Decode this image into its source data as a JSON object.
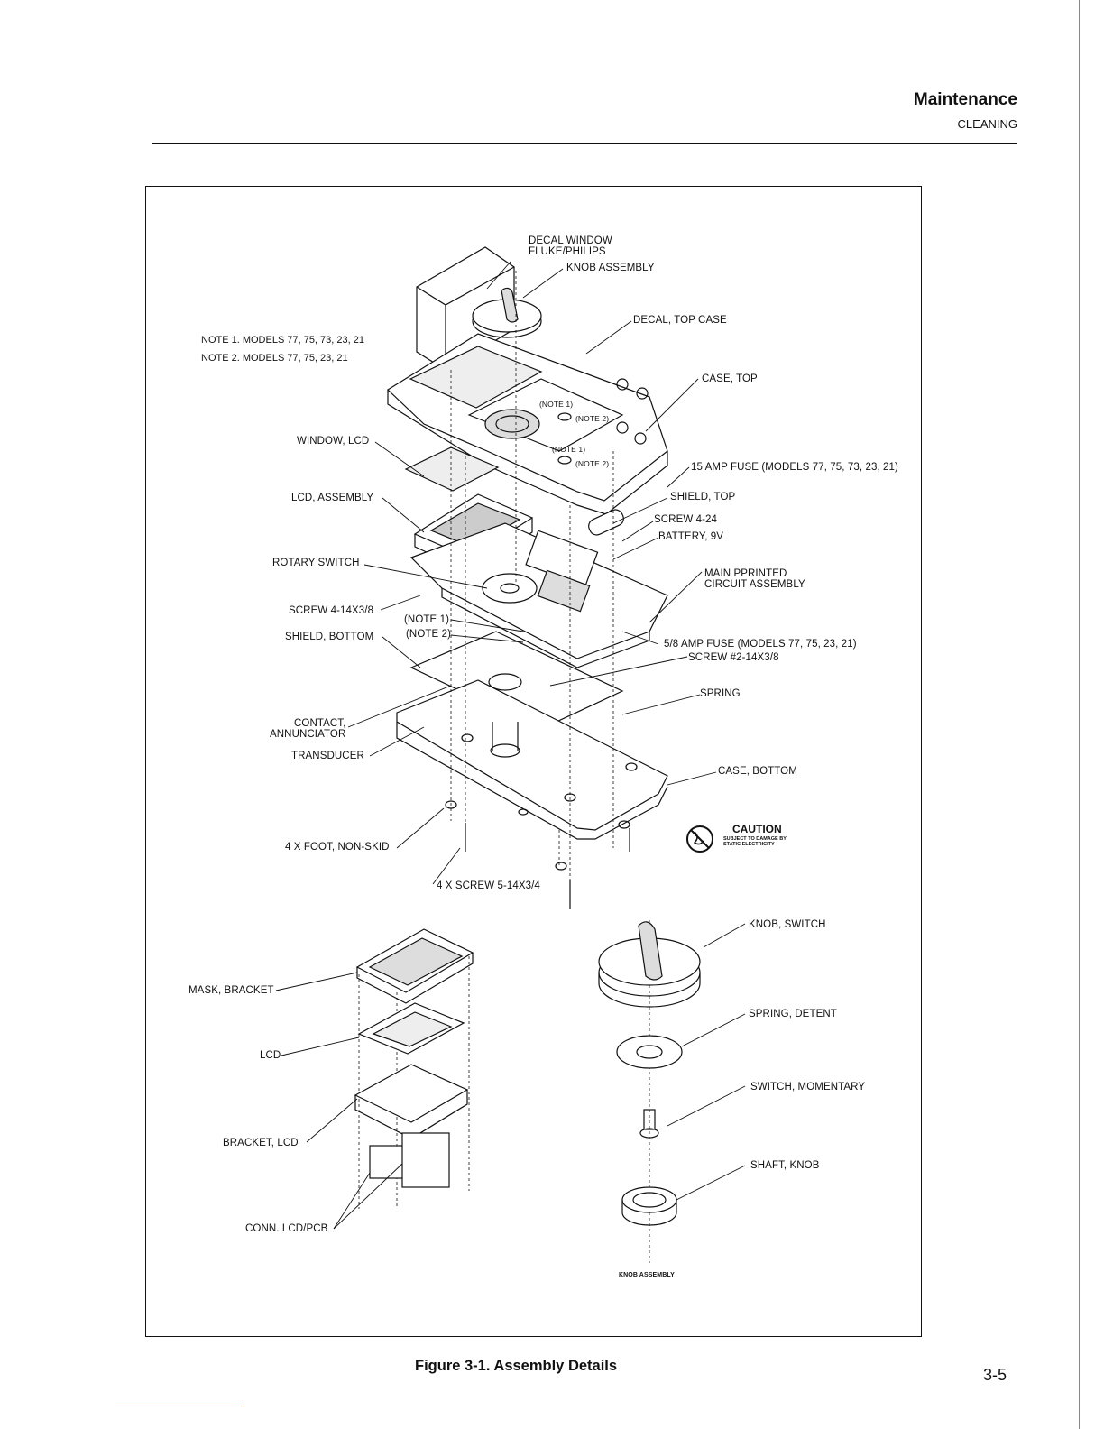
{
  "header": {
    "title": "Maintenance",
    "subtitle": "CLEANING"
  },
  "notes": {
    "note1": "NOTE 1.  MODELS 77, 75, 73, 23, 21",
    "note2": "NOTE 2.  MODELS 77, 75, 23, 21"
  },
  "labels": {
    "decal_window": "DECAL WINDOW",
    "fluke_philips": "FLUKE/PHILIPS",
    "knob_assembly": "KNOB ASSEMBLY",
    "decal_top_case": "DECAL, TOP CASE",
    "case_top": "CASE, TOP",
    "window_lcd": "WINDOW, LCD",
    "fuse_15a": "15 AMP FUSE (MODELS 77, 75, 73, 23, 21)",
    "lcd_assembly": "LCD, ASSEMBLY",
    "shield_top": "SHIELD, TOP",
    "screw_4_24": "SCREW 4-24",
    "battery_9v": "BATTERY, 9V",
    "rotary_switch": "ROTARY SWITCH",
    "main_pca_1": "MAIN PPRINTED",
    "main_pca_2": "CIRCUIT ASSEMBLY",
    "screw_4_14x3_8": "SCREW 4-14X3/8",
    "note1_ref": "(NOTE 1)",
    "note2_ref": "(NOTE 2)",
    "shield_bottom": "SHIELD, BOTTOM",
    "fuse_5_8a": "5/8 AMP FUSE (MODELS 77, 75, 23, 21)",
    "screw_2_14x3_8": "SCREW #2-14X3/8",
    "spring": "SPRING",
    "contact_1": "CONTACT,",
    "contact_2": "ANNUNCIATOR",
    "transducer": "TRANSDUCER",
    "case_bottom": "CASE,  BOTTOM",
    "foot": "4 X FOOT, NON-SKID",
    "screw_5_14x3_4": "4 X SCREW 5-14X3/4",
    "knob_switch": "KNOB, SWITCH",
    "mask_bracket": "MASK, BRACKET",
    "spring_detent": "SPRING, DETENT",
    "lcd": "LCD",
    "switch_momentary": "SWITCH, MOMENTARY",
    "bracket_lcd": "BRACKET, LCD",
    "shaft_knob": "SHAFT, KNOB",
    "conn_lcd_pcb": "CONN. LCD/PCB",
    "knob_assembly_caption": "KNOB ASSEMBLY",
    "small_note1": "(NOTE 1)",
    "small_note2": "(NOTE 2)",
    "logo_text": "FLUKE/PHILIPS"
  },
  "caution": {
    "title": "CAUTION",
    "subtitle": "SUBJECT TO DAMAGE BY STATIC ELECTRICITY"
  },
  "caption": "Figure 3-1. Assembly Details",
  "page_number": "3-5"
}
